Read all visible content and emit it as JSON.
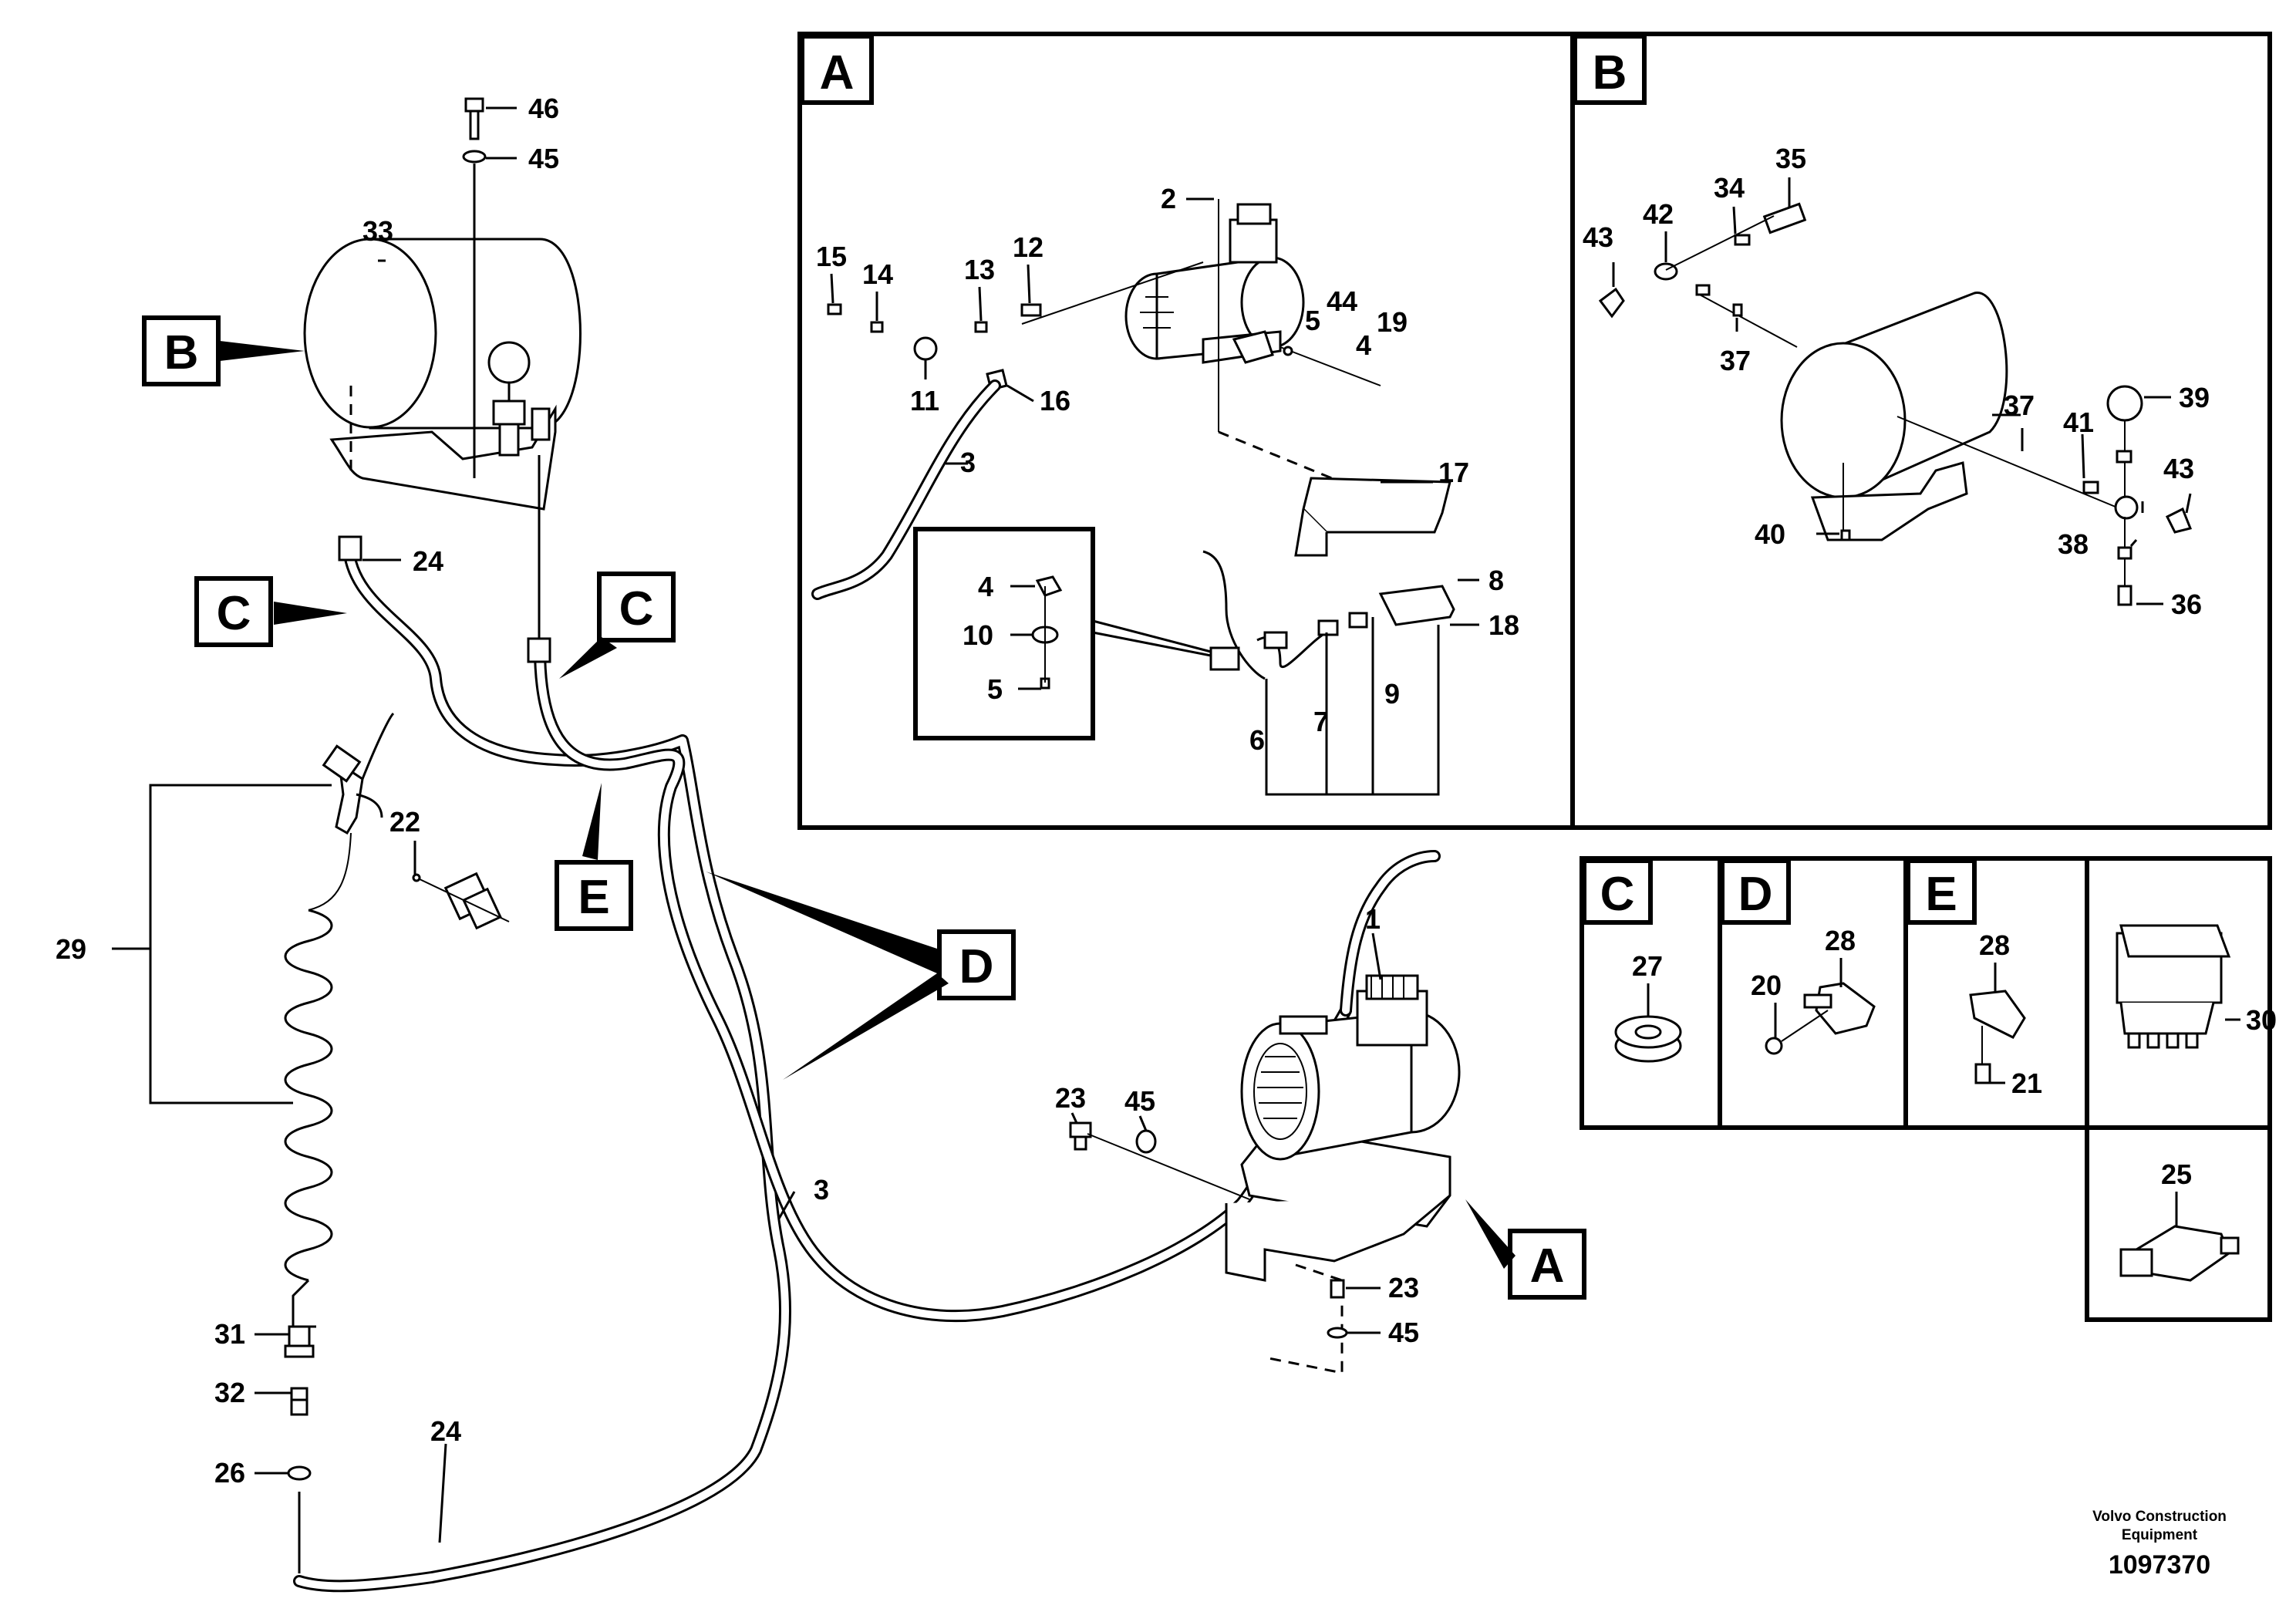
{
  "callouts": {
    "n1": "1",
    "n2": "2",
    "n3a": "3",
    "n3b": "3",
    "n4a": "4",
    "n4b": "4",
    "n5a": "5",
    "n5b": "5",
    "n6": "6",
    "n7": "7",
    "n8": "8",
    "n9": "9",
    "n10": "10",
    "n11": "11",
    "n12": "12",
    "n13": "13",
    "n14": "14",
    "n15": "15",
    "n16": "16",
    "n17": "17",
    "n18": "18",
    "n19": "19",
    "n20": "20",
    "n21": "21",
    "n22": "22",
    "n23a": "23",
    "n23b": "23",
    "n24a": "24",
    "n24b": "24",
    "n25": "25",
    "n26": "26",
    "n27": "27",
    "n28a": "28",
    "n28b": "28",
    "n29": "29",
    "n30": "30",
    "n31": "31",
    "n32": "32",
    "n33": "33",
    "n34": "34",
    "n35": "35",
    "n36": "36",
    "n37a": "37",
    "n37b": "37",
    "n38": "38",
    "n39": "39",
    "n40": "40",
    "n41": "41",
    "n42": "42",
    "n43a": "43",
    "n43b": "43",
    "n44": "44",
    "n45a": "45",
    "n45b": "45",
    "n45c": "45",
    "n46": "46"
  },
  "section_labels": {
    "detail_a": "A",
    "detail_b": "B",
    "detail_c": "C",
    "detail_d": "D",
    "detail_e": "E",
    "main_a": "A",
    "main_b": "B",
    "main_c1": "C",
    "main_c2": "C",
    "main_d": "D",
    "main_e": "E"
  },
  "footer": {
    "company_line1": "Volvo Construction",
    "company_line2": "Equipment",
    "drawing_number": "1097370"
  }
}
